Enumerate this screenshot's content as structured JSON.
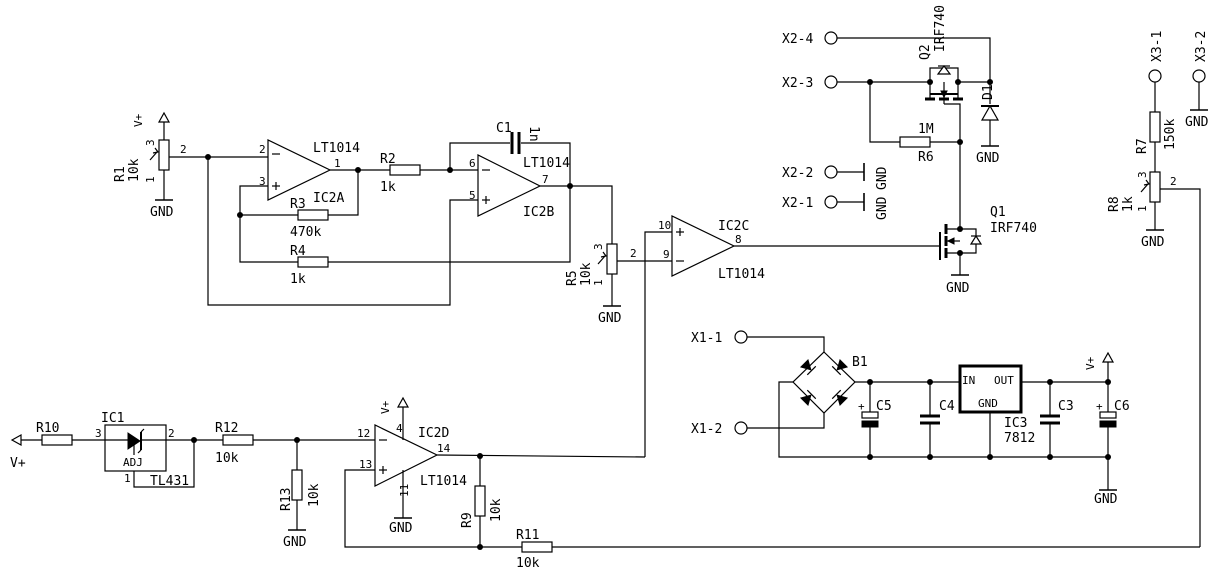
{
  "components": {
    "ic2a": {
      "ref": "IC2A",
      "part": "LT1014",
      "pin_in_neg": "2",
      "pin_in_pos": "3",
      "pin_out": "1"
    },
    "ic2b": {
      "ref": "IC2B",
      "part": "LT1014",
      "pin_in_neg": "6",
      "pin_in_pos": "5",
      "pin_out": "7"
    },
    "ic2c": {
      "ref": "IC2C",
      "part": "LT1014",
      "pin_in_pos": "10",
      "pin_in_neg": "9",
      "pin_out": "8"
    },
    "ic2d": {
      "ref": "IC2D",
      "part": "LT1014",
      "pin_in_neg": "12",
      "pin_in_pos": "13",
      "pin_out": "14",
      "pin_vcc": "4",
      "pin_gnd": "11"
    },
    "ic1": {
      "ref": "IC1",
      "part": "TL431",
      "pin_a": "3",
      "pin_k": "2",
      "pin_adj": "1",
      "adj_label": "ADJ"
    },
    "ic3": {
      "ref": "IC3",
      "part": "7812",
      "in": "IN",
      "out": "OUT",
      "gnd": "GND"
    },
    "r1": {
      "ref": "R1",
      "value": "10k",
      "p1": "1",
      "p2": "2",
      "p3": "3"
    },
    "r2": {
      "ref": "R2",
      "value": "1k"
    },
    "r3": {
      "ref": "R3",
      "value": "470k"
    },
    "r4": {
      "ref": "R4",
      "value": "1k"
    },
    "r5": {
      "ref": "R5",
      "value": "10k",
      "p1": "1",
      "p2": "2",
      "p3": "3"
    },
    "r6": {
      "ref": "R6",
      "value": "1M"
    },
    "r7": {
      "ref": "R7",
      "value": "150k"
    },
    "r8": {
      "ref": "R8",
      "value": "1k",
      "p1": "1",
      "p2": "2",
      "p3": "3"
    },
    "r9": {
      "ref": "R9",
      "value": "10k"
    },
    "r10": {
      "ref": "R10"
    },
    "r11": {
      "ref": "R11",
      "value": "10k"
    },
    "r12": {
      "ref": "R12",
      "value": "10k"
    },
    "r13": {
      "ref": "R13",
      "value": "10k"
    },
    "c1": {
      "ref": "C1",
      "value": "1n"
    },
    "c3": {
      "ref": "C3"
    },
    "c4": {
      "ref": "C4"
    },
    "c5": {
      "ref": "C5"
    },
    "c6": {
      "ref": "C6"
    },
    "q1": {
      "ref": "Q1",
      "part": "IRF740"
    },
    "q2": {
      "ref": "Q2",
      "part": "IRF740"
    },
    "d1": {
      "ref": "D1"
    },
    "b1": {
      "ref": "B1"
    }
  },
  "connectors": {
    "x2_4": "X2-4",
    "x2_3": "X2-3",
    "x2_2": "X2-2",
    "x2_1": "X2-1",
    "x1_1": "X1-1",
    "x1_2": "X1-2",
    "x3_1": "X3-1",
    "x3_2": "X3-2"
  },
  "net_labels": {
    "gnd": "GND",
    "vplus": "V+"
  }
}
